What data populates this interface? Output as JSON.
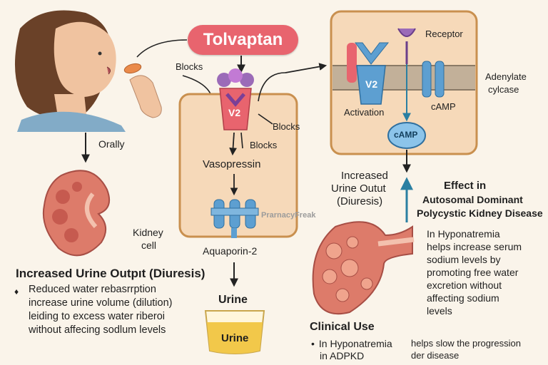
{
  "drug": {
    "name": "Tolvaptan"
  },
  "route": {
    "label": "Orally"
  },
  "kidney_left": {
    "label_line1": "Kidney",
    "label_line2": "cell"
  },
  "diuresis_section": {
    "heading": "Increased Urine Outpıt (Diuresis)",
    "lines": [
      "Reduced water rebasrrption",
      "increase urine volume (dilution)",
      "leiding to excess water riberoi",
      "without affecing sodlum levels"
    ]
  },
  "cell_center": {
    "blocks_top": "Blocks",
    "blocks_right": "Blocks",
    "blocks_mid": "Blocks",
    "receptor_label": "V2",
    "vasopressin": "Vasopressin",
    "aquaporin": "Aquaporin-2",
    "watermark": "PrarnacyFreak"
  },
  "urine": {
    "heading": "Urine",
    "cup_label": "Urine"
  },
  "cell_right": {
    "receptor": "Receptor",
    "adenylate": {
      "line1": "Adenylate",
      "line2": "cylcase"
    },
    "receptor_label": "V2",
    "activation": "Activation",
    "camp_label": "cAMP",
    "camp_bubble": "cAMP"
  },
  "increased_right": {
    "line1": "Increased",
    "line2": "Urine Outut",
    "line3": "(Diuresis)"
  },
  "effect": {
    "line1": "Effect in",
    "line2": "Autosomal Dominant",
    "line3": "Polycystic Kidney Disease"
  },
  "hyponatremia_note": {
    "lines": [
      "In Hyponatremia",
      "helps increase serum",
      "sodium levels by",
      "promoting free water",
      "excretion without",
      "affecting sodium",
      "levels"
    ]
  },
  "clinical_use": {
    "heading": "Clinical Use",
    "bullet_line1": "In Hyponatremia",
    "bullet_line2": "in ADPKD",
    "side_line1": "helps slow the progression",
    "side_line2": "der disease"
  },
  "colors": {
    "background": "#faf4ea",
    "pill": "#e8646e",
    "cell_fill": "#f6d9b9",
    "cell_border": "#c9904f",
    "receptor_pink": "#e8646e",
    "receptor_purple": "#9b6bb8",
    "channel_blue": "#5d9fd1",
    "kidney": "#dd7b6a",
    "urine": "#f2c84a",
    "arrow": "#222222",
    "signal_teal": "#2a7fa2"
  }
}
